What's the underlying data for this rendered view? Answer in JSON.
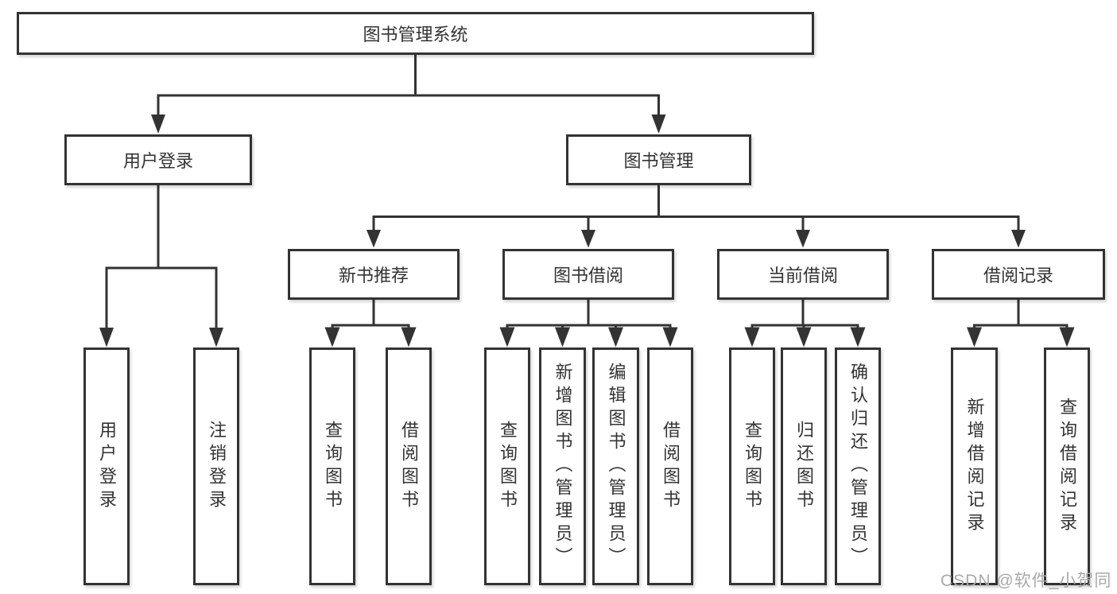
{
  "diagram": {
    "title": "图书管理系统",
    "type": "tree",
    "nodes": {
      "root": "图书管理系统",
      "user_login": "用户登录",
      "book_management": "图书管理",
      "new_book_recommend": "新书推荐",
      "book_borrow": "图书借阅",
      "current_borrow": "当前借阅",
      "borrow_records": "借阅记录",
      "leaf_user_login": "用户登录",
      "leaf_logout": "注销登录",
      "leaf_nbr_query_book": "查询图书",
      "leaf_nbr_borrow_book": "借阅图书",
      "leaf_bb_query_book": "查询图书",
      "leaf_bb_add_book": "新增图书（管理员）",
      "leaf_bb_edit_book": "编辑图书（管理员）",
      "leaf_bb_borrow_book": "借阅图书",
      "leaf_cb_query_book": "查询图书",
      "leaf_cb_return_book": "归还图书",
      "leaf_cb_confirm_return": "确认归还（管理员）",
      "leaf_br_add_record": "新增借阅记录",
      "leaf_br_query_record": "查询借阅记录"
    },
    "tree": {
      "id": "root",
      "children": [
        {
          "id": "user_login",
          "children": [
            {
              "id": "leaf_user_login"
            },
            {
              "id": "leaf_logout"
            }
          ]
        },
        {
          "id": "book_management",
          "children": [
            {
              "id": "new_book_recommend",
              "children": [
                {
                  "id": "leaf_nbr_query_book"
                },
                {
                  "id": "leaf_nbr_borrow_book"
                }
              ]
            },
            {
              "id": "book_borrow",
              "children": [
                {
                  "id": "leaf_bb_query_book"
                },
                {
                  "id": "leaf_bb_add_book"
                },
                {
                  "id": "leaf_bb_edit_book"
                },
                {
                  "id": "leaf_bb_borrow_book"
                }
              ]
            },
            {
              "id": "current_borrow",
              "children": [
                {
                  "id": "leaf_cb_query_book"
                },
                {
                  "id": "leaf_cb_return_book"
                },
                {
                  "id": "leaf_cb_confirm_return"
                }
              ]
            },
            {
              "id": "borrow_records",
              "children": [
                {
                  "id": "leaf_br_add_record"
                },
                {
                  "id": "leaf_br_query_record"
                }
              ]
            }
          ]
        }
      ]
    },
    "colors": {
      "line": "#333333",
      "box_border": "#333333",
      "box_fill": "#ffffff",
      "text": "#333333",
      "background": "#ffffff",
      "watermark": "#a9a9a9"
    }
  },
  "watermark": {
    "text": "CSDN @软件_小贺同学"
  }
}
